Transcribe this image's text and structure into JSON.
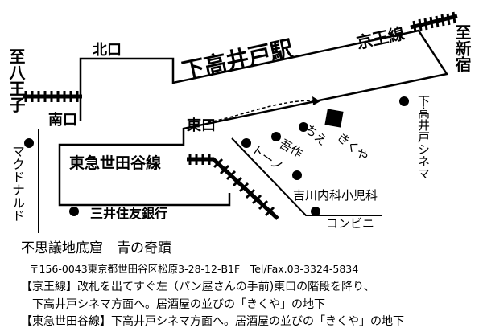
{
  "map": {
    "station": "下高井戸駅",
    "north_exit": "北口",
    "south_exit": "南口",
    "east_exit": "東口",
    "keio_line": "京王線",
    "tokyu_line": "東急世田谷線",
    "to_shinjuku": "至新宿",
    "to_hachioji": "至八王子",
    "mcdonalds": "マクドナルド",
    "bank": "三井住友銀行",
    "cinema": "下高井戸シネマ",
    "kikuya": "きくや",
    "chie": "ちえ",
    "gosaku": "吾作",
    "tono": "トーノ",
    "clinic": "吉川内科小児科",
    "convenience": "コンビニ"
  },
  "info": {
    "title": "不思議地底窟　青の奇蹟",
    "address": "〒156-0043東京都世田谷区松原3-28-12-B1F　Tel/Fax.03-3324-5834",
    "keio_route_1": "【京王線】改札を出てすぐ左（パン屋さんの手前)東口の階段を降り、",
    "keio_route_2": "下高井戸シネマ方面へ。居酒屋の並びの「きくや」の地下",
    "tokyu_route": "【東急世田谷線】下高井戸シネマ方面へ。居酒屋の並びの「きくや」の地下"
  },
  "colors": {
    "ink": "#000000",
    "background": "#ffffff"
  }
}
